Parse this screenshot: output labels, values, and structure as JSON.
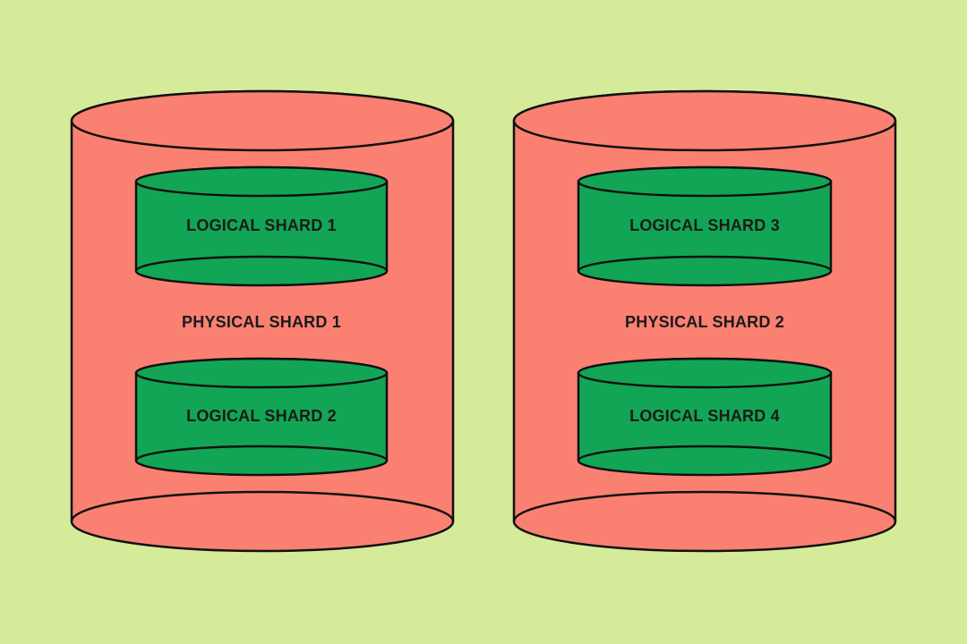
{
  "colors": {
    "background": "#d6eb9a",
    "physical_shard_fill": "#fa8072",
    "logical_shard_fill": "#12a555",
    "outline": "#111111",
    "text": "#1a1a1a"
  },
  "physical_shards": [
    {
      "label": "PHYSICAL SHARD 1",
      "logical_shards": [
        {
          "label": "LOGICAL SHARD 1"
        },
        {
          "label": "LOGICAL SHARD 2"
        }
      ]
    },
    {
      "label": "PHYSICAL SHARD 2",
      "logical_shards": [
        {
          "label": "LOGICAL SHARD 3"
        },
        {
          "label": "LOGICAL SHARD 4"
        }
      ]
    }
  ]
}
